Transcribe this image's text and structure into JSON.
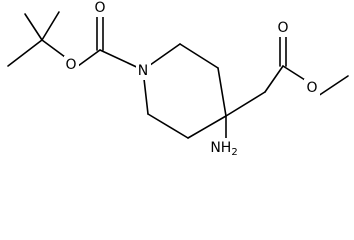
{
  "molecule": {
    "atoms": {
      "ring_nitrogen": "N",
      "carbamate_carbonyl_oxygen": "O",
      "carbamate_ether_oxygen": "O",
      "ester_carbonyl_oxygen": "O",
      "ester_ether_oxygen": "O",
      "amine_group": "NH",
      "amine_subscript": "2"
    }
  },
  "colors": {
    "bond": "#000000",
    "label": "#000000",
    "background": "#ffffff"
  }
}
